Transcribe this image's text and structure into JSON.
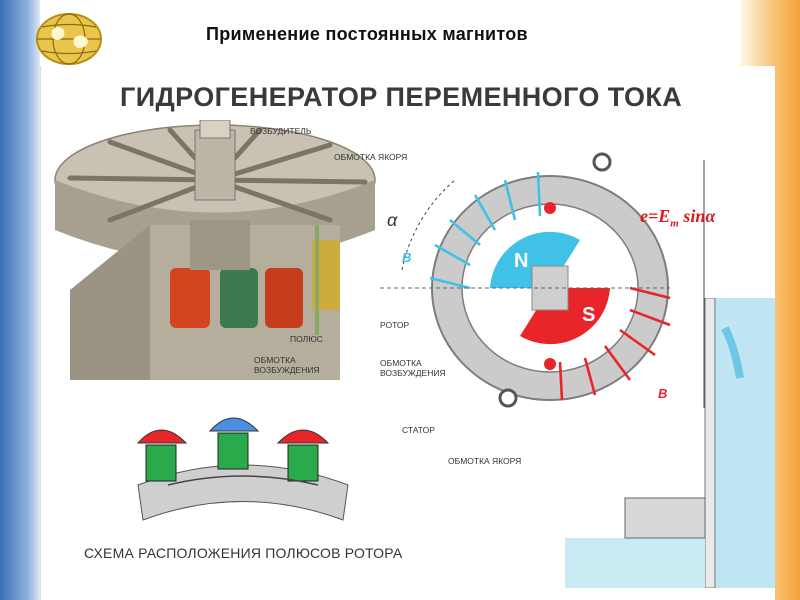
{
  "slide": {
    "header_title": "Применение постоянных магнитов",
    "main_title": "ГИДРОГЕНЕРАТОР ПЕРЕМЕННОГО  ТОКА",
    "caption": "СХЕМА РАСПОЛОЖЕНИЯ ПОЛЮСОВ РОТОРА"
  },
  "cutaway_labels": {
    "exciter": "ВОЗБУДИТЕЛЬ",
    "armature_winding": "ОБМОТКА ЯКОРЯ",
    "pole": "ПОЛЮС",
    "field_winding_1": "ОБМОТКА",
    "field_winding_2": "ВОЗБУЖДЕНИЯ"
  },
  "diagram_labels": {
    "rotor": "РОТОР",
    "field_winding_1": "ОБМОТКА",
    "field_winding_2": "ВОЗБУЖДЕНИЯ",
    "stator": "СТАТОР",
    "armature_winding": "ОБМОТКА ЯКОРЯ",
    "pole_n": "N",
    "pole_s": "S",
    "alpha": "α",
    "vector_b": "B",
    "formula": "e=E",
    "formula_sub": "m",
    "formula_tail": " sinα"
  },
  "colors": {
    "accent_blue": "#3fc1e8",
    "accent_red": "#e8262a",
    "stator_gray": "#c8c8c8",
    "title_gray": "#3a3a3a"
  },
  "icons": {
    "logo": "globe-logo-icon"
  }
}
